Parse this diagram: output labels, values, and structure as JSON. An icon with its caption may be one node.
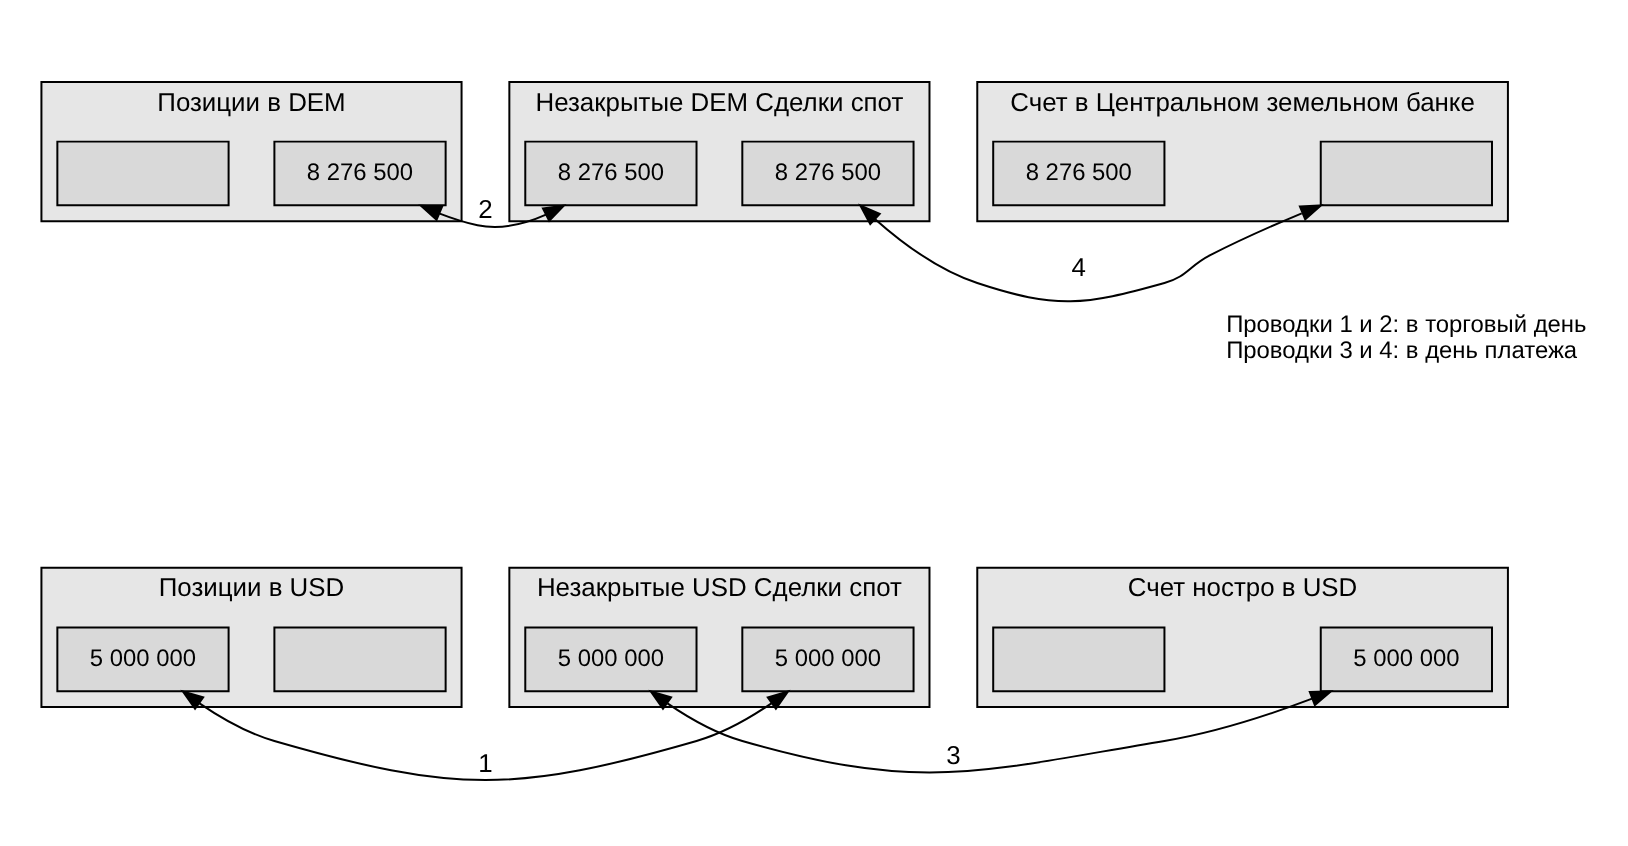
{
  "diagram": {
    "nodes": [
      {
        "text": [
          "Позиции в USD"
        ]
      },
      {
        "text": [
          "5 000 000"
        ],
        "in": 0
      },
      {
        "text": [],
        "shape": "box",
        "in": 0
      },
      {
        "text": [
          "Незакрытые USD Сделки спот"
        ]
      },
      {
        "text": [
          "5 000 000"
        ],
        "in": 3
      },
      {
        "text": [
          "5 000 000"
        ],
        "in": 3
      },
      {
        "text": [
          "Счет ностро в USD"
        ]
      },
      {
        "text": [],
        "shape": "box",
        "in": 6
      },
      {
        "text": [
          "5 000 000"
        ],
        "in": 6
      },
      {
        "text": [
          "Позиции в DEM"
        ]
      },
      {
        "text": [],
        "shape": "box",
        "in": 9
      },
      {
        "text": [
          "8 276 500"
        ],
        "in": 9
      },
      {
        "text": [
          "Незакрытые DEM Сделки спот"
        ]
      },
      {
        "text": [
          "8 276 500"
        ],
        "in": 12
      },
      {
        "text": [
          "8 276 500"
        ],
        "in": 12
      },
      {
        "text": [
          "Счет в Центральном земельном банке"
        ]
      },
      {
        "text": [
          "8 276 500"
        ],
        "in": 15
      },
      {
        "text": [],
        "shape": "box",
        "in": 15
      }
    ],
    "edges": [
      {
        "from": 1,
        "to": 5,
        "arrow": "both",
        "label": "1"
      },
      {
        "from": 11,
        "to": 13,
        "arrow": "both",
        "label": "2"
      },
      {
        "from": 4,
        "to": 8,
        "arrow": "both",
        "label": "3"
      },
      {
        "from": 14,
        "to": 17,
        "arrow": "both",
        "label": "4"
      }
    ],
    "labels": [
      "Проводки 1 и 2: в торговый день",
      "Проводки 3 и 4: в день платежа"
    ]
  }
}
